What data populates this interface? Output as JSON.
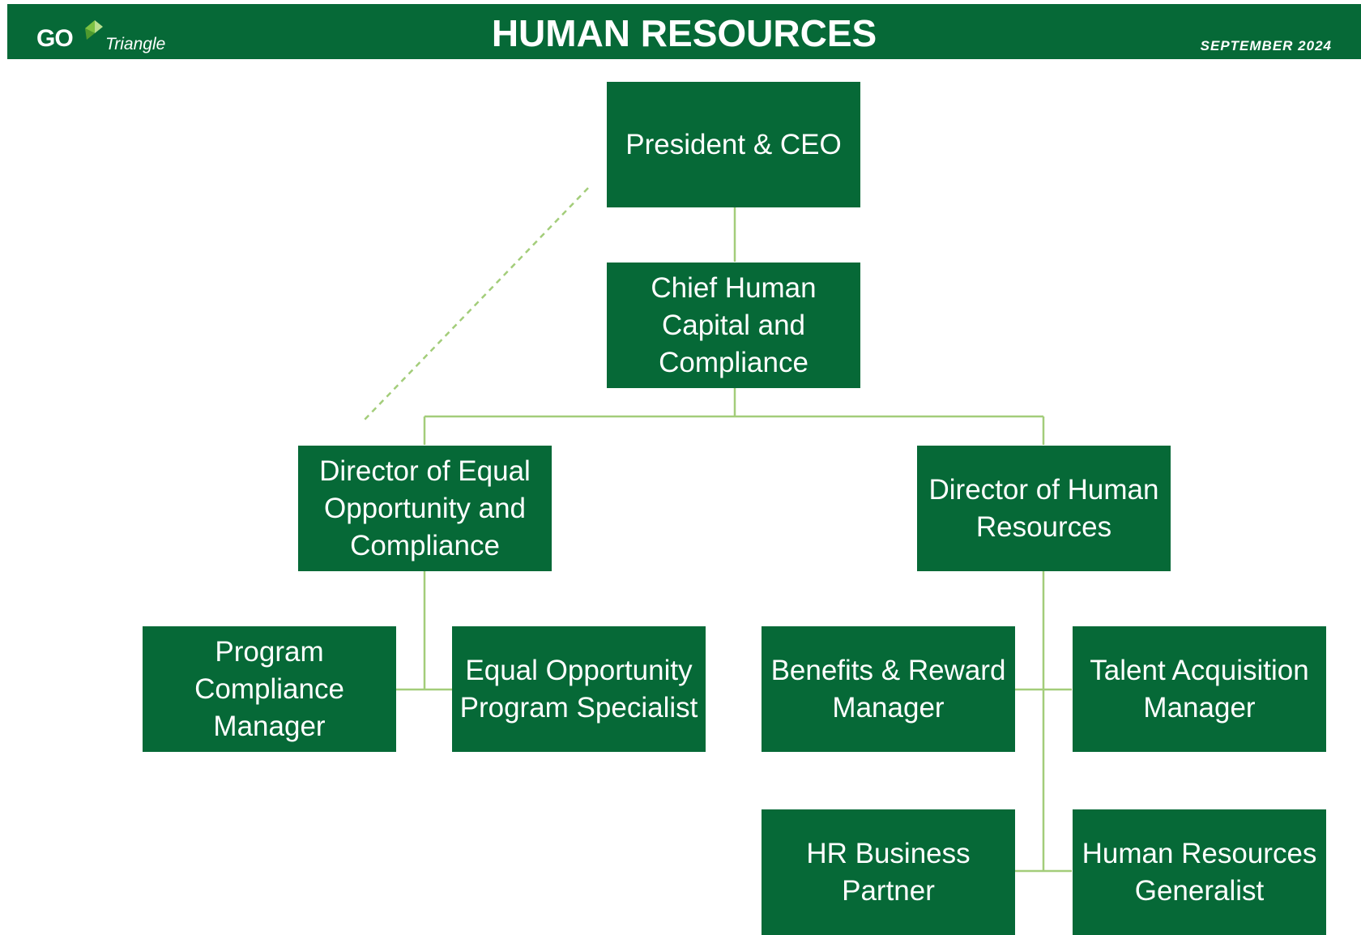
{
  "header": {
    "logo_text": "GO",
    "logo_subtext": "Triangle",
    "title": "HUMAN RESOURCES",
    "date": "SEPTEMBER 2024"
  },
  "colors": {
    "header_bg": "#066937",
    "box_bg": "#066937",
    "box_text": "#ffffff",
    "connector": "#a3cd7a",
    "logo_accent": "#7cc242"
  },
  "org": {
    "ceo": "President & CEO",
    "chief": "Chief Human Capital and Compliance",
    "dir_eo": "Director of Equal Opportunity and Compliance",
    "dir_hr": "Director of Human Resources",
    "program_compliance": "Program Compliance Manager",
    "eo_specialist": "Equal Opportunity Program Specialist",
    "benefits": "Benefits & Reward Manager",
    "talent": "Talent Acquisition Manager",
    "hrbp": "HR Business Partner",
    "hr_generalist": "Human Resources Generalist"
  }
}
